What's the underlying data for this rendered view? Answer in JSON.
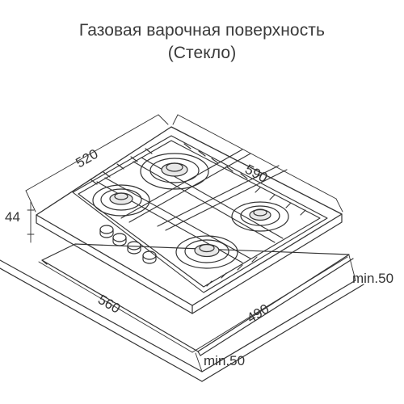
{
  "title": {
    "line1": "Газовая варочная поверхность",
    "line2": "(Стекло)"
  },
  "dimensions": {
    "width": "590",
    "depth": "520",
    "height": "44",
    "cutout_width": "560",
    "cutout_depth": "490",
    "min_gap_side": "min.50",
    "min_gap_front": "min.50"
  },
  "product": {
    "burners": 4,
    "knobs": 4,
    "surface": "glass"
  }
}
